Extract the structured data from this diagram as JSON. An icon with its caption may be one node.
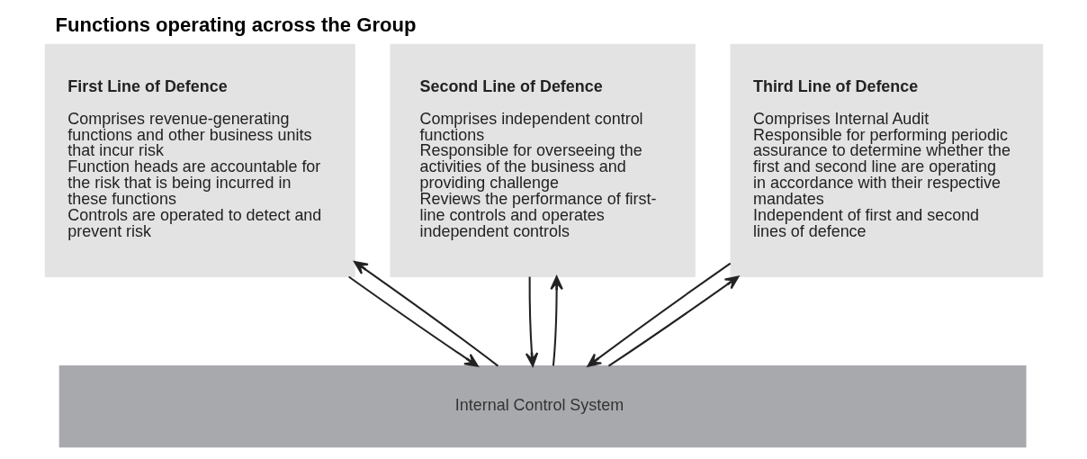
{
  "diagram": {
    "title": "Functions operating across the Group",
    "nodes": [
      {
        "text": [
          "First Line of Defence",
          "Comprises revenue-generating functions and other business units that incur risk",
          "Function heads are accountable for the risk that is being incurred in these functions",
          "Controls are operated to detect and prevent risk"
        ]
      },
      {
        "text": [
          "Second Line of Defence",
          "Comprises independent control functions",
          "Responsible for overseeing the activities of the business and providing challenge",
          "Reviews the performance of first-line controls and operates independent controls"
        ]
      },
      {
        "text": [
          "Third Line of Defence",
          "Comprises Internal Audit",
          "Responsible for performing periodic assurance to determine whether the first and second line are operating in accordance with their respective mandates",
          "Independent of first and second lines of defence"
        ]
      },
      {
        "text": [
          "Internal Control System"
        ]
      }
    ],
    "edges": [
      {
        "from": 0,
        "to": 3,
        "arrow": "to"
      },
      {
        "from": 3,
        "to": 0,
        "arrow": "to"
      },
      {
        "from": 1,
        "to": 3,
        "arrow": "to"
      },
      {
        "from": 3,
        "to": 1,
        "arrow": "to"
      },
      {
        "from": 2,
        "to": 3,
        "arrow": "to"
      },
      {
        "from": 3,
        "to": 2,
        "arrow": "to"
      }
    ]
  }
}
